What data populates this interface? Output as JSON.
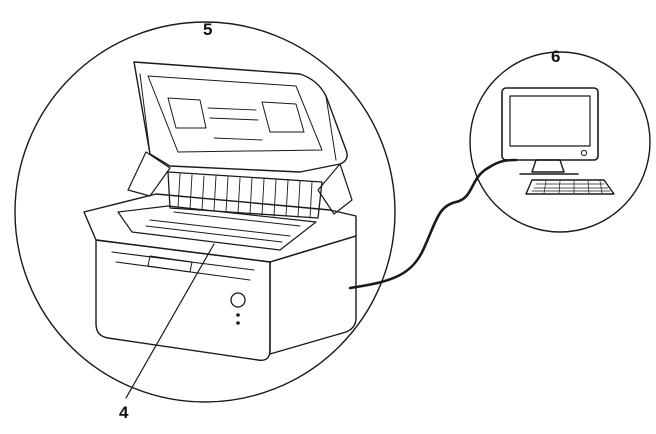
{
  "callouts": {
    "printer_interior": "5",
    "computer": "6",
    "drum_area": "4"
  },
  "colors": {
    "stroke": "#1a1a1a",
    "fill_white": "#ffffff",
    "fill_light": "#f2f2f2",
    "fill_mid": "#d9d9d9",
    "fill_dark": "#3a3a3a"
  },
  "icons": {
    "printer": "laser-printer-open-cover",
    "computer": "desktop-monitor-keyboard",
    "cable": "usb-cable"
  }
}
